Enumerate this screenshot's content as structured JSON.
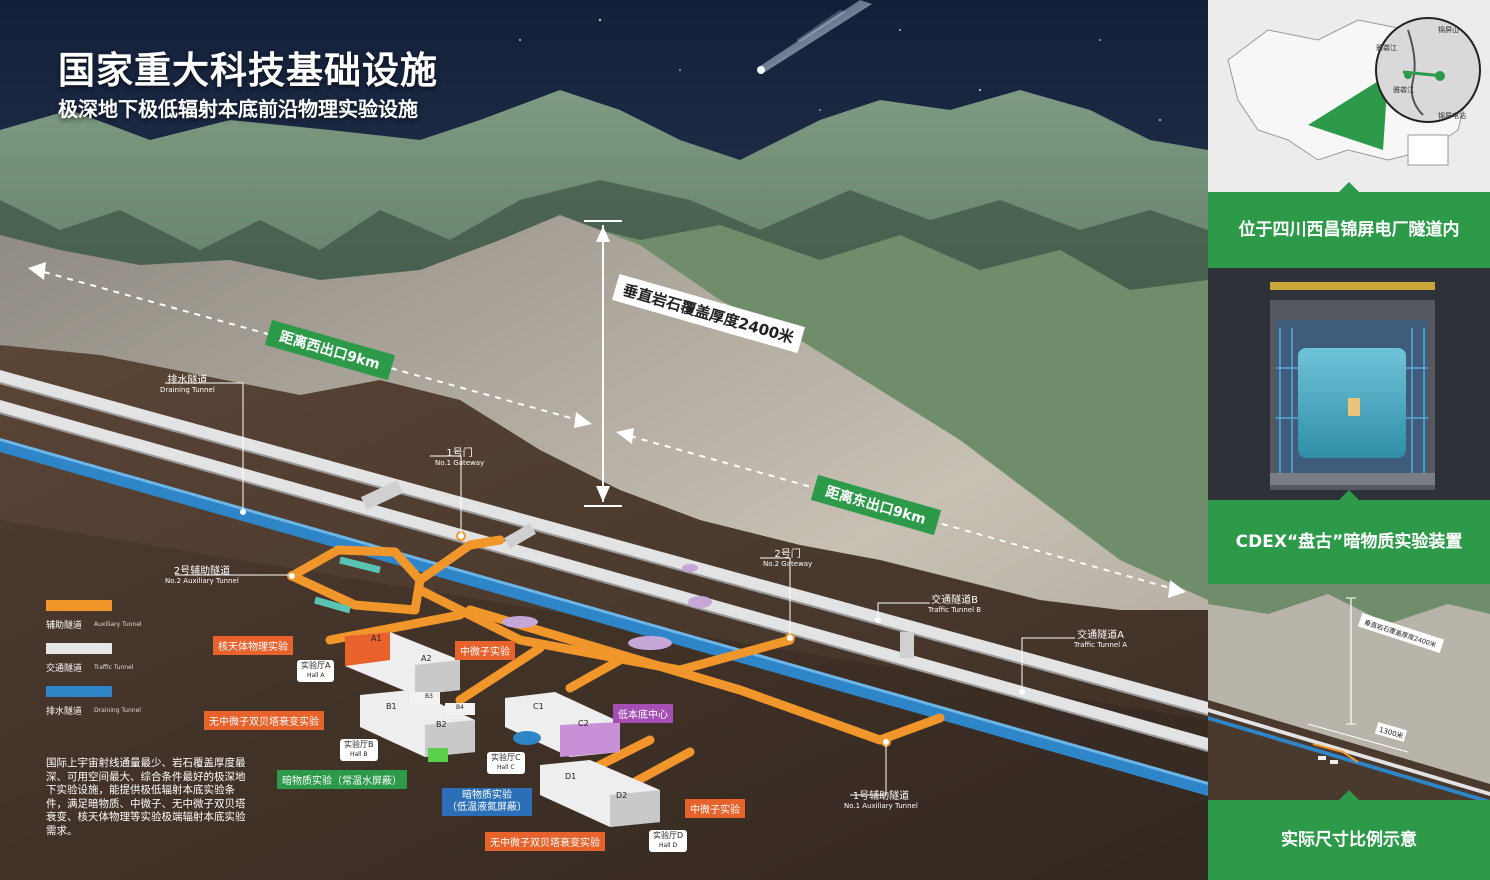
{
  "title": "国家重大科技基础设施",
  "subtitle": "极深地下极低辐射本底前沿物理实验设施",
  "labels": {
    "vertical_cover": "垂直岩石覆盖厚度2400米",
    "west_exit": "距离西出口9km",
    "east_exit": "距离东出口9km",
    "draining_cn": "排水隧道",
    "draining_en": "Draining Tunnel",
    "gate1_cn": "1号门",
    "gate1_en": "No.1 Gateway",
    "gate2_cn": "2号门",
    "gate2_en": "No.2 Gateway",
    "aux2_cn": "2号辅助隧道",
    "aux2_en": "No.2 Auxiliary Tunnel",
    "aux1_cn": "1号辅助隧道",
    "aux1_en": "No.1 Auxiliary Tunnel",
    "trafficB_cn": "交通隧道B",
    "trafficB_en": "Traffic Tunnel B",
    "trafficA_cn": "交通隧道A",
    "trafficA_en": "Traffic Tunnel A"
  },
  "halls": {
    "A": {
      "cn": "实验厅A",
      "en": "Hall A"
    },
    "B": {
      "cn": "实验厅B",
      "en": "Hall B"
    },
    "C": {
      "cn": "实验厅C",
      "en": "Hall C"
    },
    "D": {
      "cn": "实验厅D",
      "en": "Hall D"
    },
    "block_labels": [
      "A1",
      "A2",
      "B1",
      "B2",
      "B3",
      "B4",
      "C1",
      "C2",
      "D1",
      "D2"
    ]
  },
  "callouts": {
    "nuclear_astro": "核天体物理实验",
    "neutrino_a": "中微子实验",
    "double_beta_b": "无中微子双贝塔衰变实验",
    "dark_matter_water": "暗物质实验（常温水屏蔽）",
    "dark_matter_ln2_line1": "暗物质实验",
    "dark_matter_ln2_line2": "（低温液氮屏蔽）",
    "low_bg_center": "低本底中心",
    "neutrino_d": "中微子实验",
    "double_beta_d": "无中微子双贝塔衰变实验"
  },
  "legend": [
    {
      "cn": "辅助隧道",
      "en": "Auxiliary Tunnel",
      "color": "#f0962b"
    },
    {
      "cn": "交通隧道",
      "en": "Traffic Tunnel",
      "color": "#e6e6e6"
    },
    {
      "cn": "排水隧道",
      "en": "Draining Tunnel",
      "color": "#2e86c9"
    }
  ],
  "description": "国际上宇宙射线通量最少、岩石覆盖厚度最深、可用空间最大、综合条件最好的极深地下实验设施，能提供极低辐射本底实验条件，满足暗物质、中微子、无中微子双贝塔衰变、核天体物理等实验极端辐射本底实验需求。",
  "side": {
    "location_caption": "位于四川西昌锦屏电厂隧道内",
    "cdex_caption": "CDEX“盘古”暗物质实验装置",
    "scale_caption": "实际尺寸比例示意",
    "map_places": [
      "雅砻江",
      "锦屏山",
      "雅砻江",
      "锦屏电站"
    ],
    "scale_cover": "垂直岩石覆盖厚度2400米",
    "scale_length": "1300米"
  },
  "colors": {
    "accent_green": "#2d9a4a",
    "aux_orange": "#f0962b",
    "traffic_white": "#e6e6e6",
    "drain_blue": "#2e86c9",
    "callout_orange": "#e8622c"
  }
}
